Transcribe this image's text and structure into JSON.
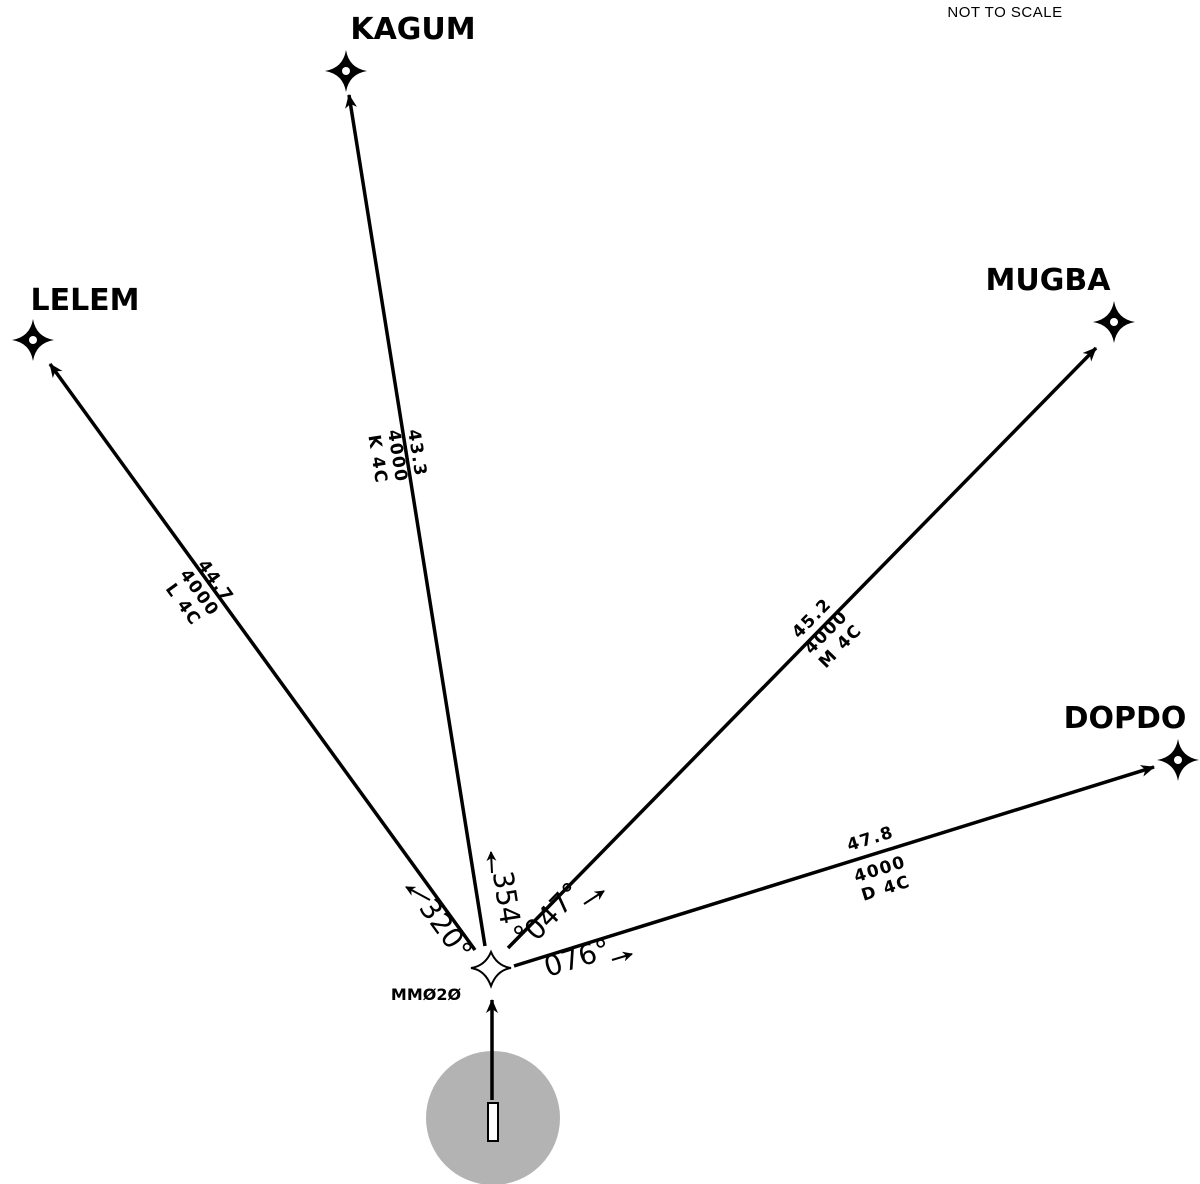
{
  "note": "NOT TO SCALE",
  "initial_fix": {
    "name": "MMØ2Ø"
  },
  "waypoints": [
    {
      "name": "KAGUM"
    },
    {
      "name": "LELEM"
    },
    {
      "name": "MUGBA"
    },
    {
      "name": "DOPDO"
    }
  ],
  "legs": [
    {
      "to": "LELEM",
      "course": "320°",
      "distance": "44.7",
      "altitude": "4000",
      "code": "L 4C"
    },
    {
      "to": "KAGUM",
      "course": "354°",
      "distance": "43.3",
      "altitude": "4000",
      "code": "K 4C"
    },
    {
      "to": "MUGBA",
      "course": "047°",
      "distance": "45.2",
      "altitude": "4000",
      "code": "M 4C"
    },
    {
      "to": "DOPDO",
      "course": "076°",
      "distance": "47.8",
      "altitude": "4000",
      "code": "D 4C"
    }
  ]
}
